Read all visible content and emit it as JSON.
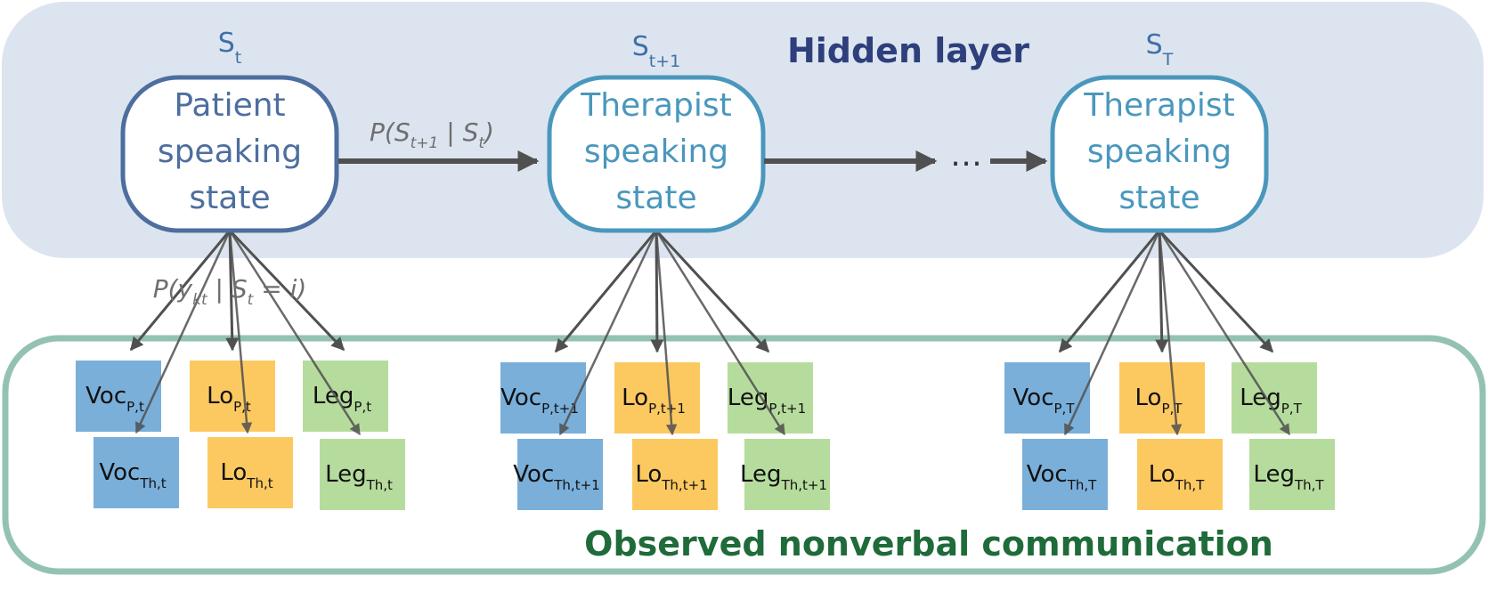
{
  "hidden_layer": {
    "title": "Hidden layer",
    "color": "#2e3f7c",
    "band_color": "#dce5ef"
  },
  "observed_layer": {
    "title": "Observed nonverbal communication",
    "color": "#1f6b3a",
    "border_color": "#93c3b0"
  },
  "states": [
    {
      "label_main": "S",
      "label_sub": "t",
      "lines": [
        "Patient",
        "speaking",
        "state"
      ],
      "color": "#4d6e9f"
    },
    {
      "label_main": "S",
      "label_sub": "t+1",
      "lines": [
        "Therapist",
        "speaking",
        "state"
      ],
      "color": "#4a97bd"
    },
    {
      "label_main": "S",
      "label_sub": "T",
      "lines": [
        "Therapist",
        "speaking",
        "state"
      ],
      "color": "#4a97bd"
    }
  ],
  "ellipsis": "…",
  "transition_prob": {
    "prefix": "P(S",
    "sub1": "t+1",
    "mid": " | S",
    "sub2": "t",
    "suffix": ")"
  },
  "emission_prob": {
    "prefix": "P(y",
    "sub1": "kt",
    "mid": " | S",
    "sub2": "t",
    "suffix": " = i)"
  },
  "feature_colors": {
    "Voc": "#7aafda",
    "Lo": "#fcc961",
    "Leg": "#b6dc9d"
  },
  "observations": [
    [
      {
        "feature": "Voc",
        "sub": "P,t"
      },
      {
        "feature": "Lo",
        "sub": "P,t"
      },
      {
        "feature": "Leg",
        "sub": "P,t"
      },
      {
        "feature": "Voc",
        "sub": "Th,t"
      },
      {
        "feature": "Lo",
        "sub": "Th,t"
      },
      {
        "feature": "Leg",
        "sub": "Th,t"
      }
    ],
    [
      {
        "feature": "Voc",
        "sub": "P,t+1"
      },
      {
        "feature": "Lo",
        "sub": "P,t+1"
      },
      {
        "feature": "Leg",
        "sub": "P,t+1"
      },
      {
        "feature": "Voc",
        "sub": "Th,t+1"
      },
      {
        "feature": "Lo",
        "sub": "Th,t+1"
      },
      {
        "feature": "Leg",
        "sub": "Th,t+1"
      }
    ],
    [
      {
        "feature": "Voc",
        "sub": "P,T"
      },
      {
        "feature": "Lo",
        "sub": "P,T"
      },
      {
        "feature": "Leg",
        "sub": "P,T"
      },
      {
        "feature": "Voc",
        "sub": "Th,T"
      },
      {
        "feature": "Lo",
        "sub": "Th,T"
      },
      {
        "feature": "Leg",
        "sub": "Th,T"
      }
    ]
  ],
  "arrow_color": "#505050"
}
